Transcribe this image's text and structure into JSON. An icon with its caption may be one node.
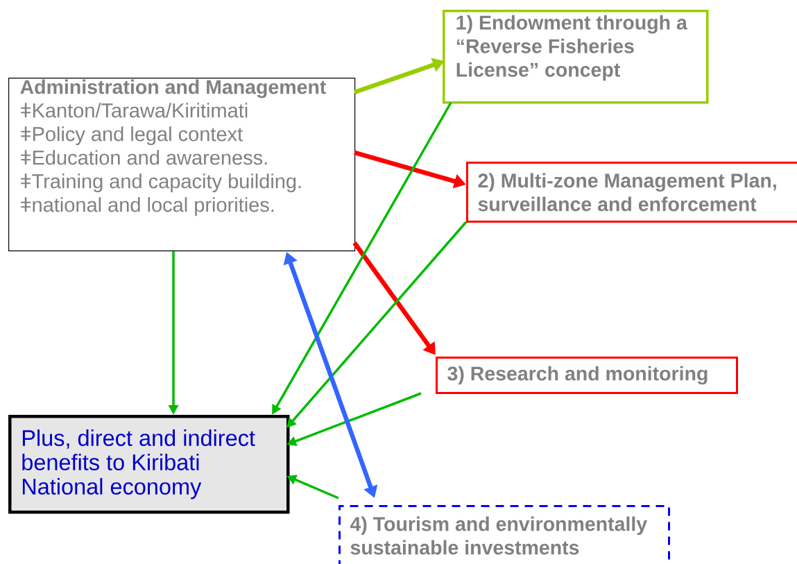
{
  "diagram": {
    "nodes": [
      {
        "text": [
          "Administration and Management",
          "ǂKanton/Tarawa/Kiritimati",
          "ǂPolicy and legal context",
          "ǂEducation and awareness.",
          "ǂTraining and capacity building.",
          "ǂnational and local priorities."
        ]
      },
      {
        "text": [
          "1) Endowment through a “Reverse Fisheries License” concept"
        ]
      },
      {
        "text": [
          "2) Multi-zone Management Plan, surveillance and enforcement"
        ]
      },
      {
        "text": [
          "3) Research and monitoring"
        ]
      },
      {
        "text": [
          "Plus, direct and indirect benefits to Kiribati National economy"
        ]
      },
      {
        "text": [
          "4) Tourism and environmentally sustainable investments"
        ]
      }
    ],
    "edges": [
      {
        "from": 0,
        "to": 1,
        "arrow": "to",
        "style": "thick",
        "color": "#99cc00"
      },
      {
        "from": 0,
        "to": 2,
        "arrow": "to",
        "style": "thick",
        "color": "#ff0000"
      },
      {
        "from": 0,
        "to": 3,
        "arrow": "to",
        "style": "thick",
        "color": "#ff0000"
      },
      {
        "from": 0,
        "to": 4,
        "arrow": "to"
      },
      {
        "from": 1,
        "to": 4,
        "arrow": "to"
      },
      {
        "from": 2,
        "to": 4,
        "arrow": "to"
      },
      {
        "from": 3,
        "to": 4,
        "arrow": "to"
      },
      {
        "from": 5,
        "to": 4,
        "arrow": "to"
      },
      {
        "from": 0,
        "to": 5,
        "arrow": "both",
        "style": "thick",
        "color": "#3366ff"
      }
    ]
  }
}
